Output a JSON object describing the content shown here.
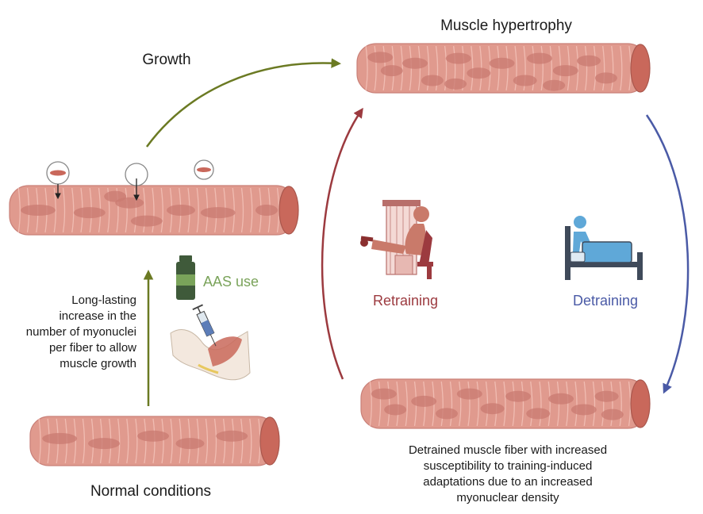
{
  "labels": {
    "top_title": "Muscle hypertrophy",
    "growth": "Growth",
    "aas_use": "AAS use",
    "long_lasting": [
      "Long-lasting",
      "increase in the",
      "number of myonuclei",
      "per fiber to allow",
      "muscle growth"
    ],
    "retraining": "Retraining",
    "detraining": "Detraining",
    "normal_conditions": "Normal conditions",
    "detrained_desc": [
      "Detrained muscle fiber with increased",
      "susceptibility to training-induced",
      "adaptations due to an increased",
      "myonuclear density"
    ]
  },
  "colors": {
    "fiber_fill": "#e09a8e",
    "fiber_stripe": "#f0bcb2",
    "fiber_end": "#c9685b",
    "nucleus": "#c97a70",
    "growth_arrow": "#6b7a23",
    "aas_arrow": "#6b7a23",
    "aas_text": "#7aa35a",
    "retraining": "#9c3a3f",
    "detraining": "#4a5aa6",
    "bottle": "#3f5a3a"
  },
  "icons": {
    "fiber": "muscle-fiber-icon",
    "bottle": "medicine-bottle-icon",
    "syringe": "syringe-arm-icon",
    "training": "leg-press-machine-icon",
    "bed": "bed-patient-icon"
  }
}
